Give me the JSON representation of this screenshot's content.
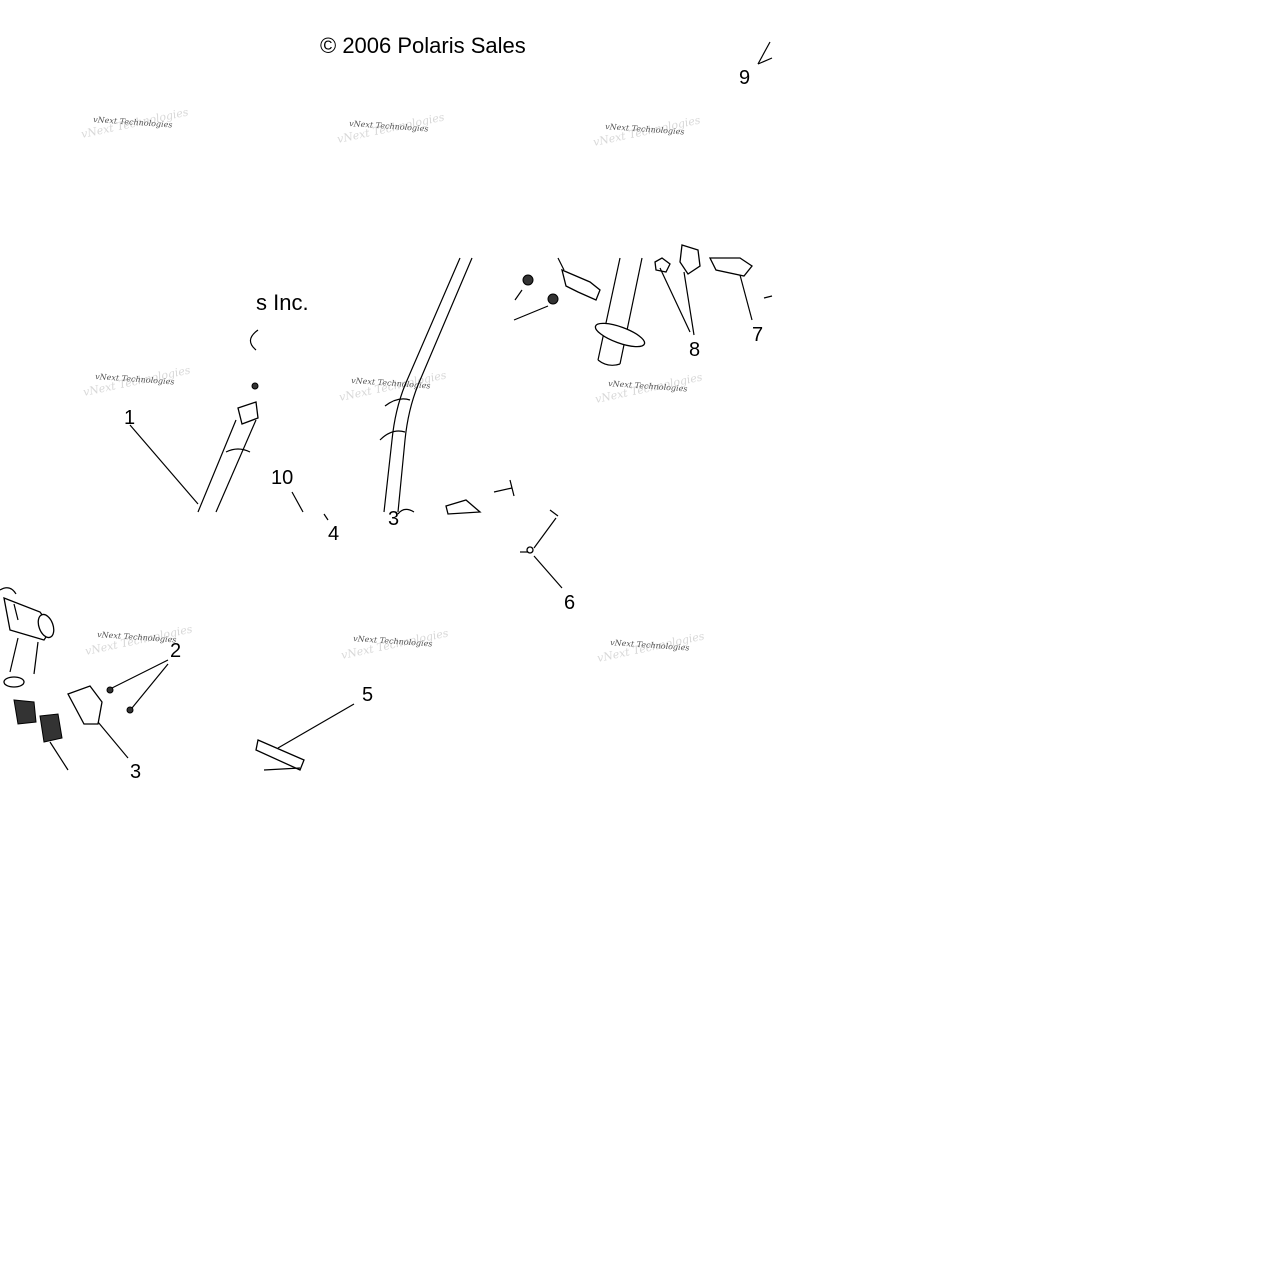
{
  "copyright": {
    "line_top": "© 2006 Polaris Sales",
    "line_fragment": "s Inc."
  },
  "watermark_text": "vNext Technologies",
  "callouts": {
    "c1": "1",
    "c2": "2",
    "c3a": "3",
    "c3b": "3",
    "c4": "4",
    "c5": "5",
    "c6": "6",
    "c7": "7",
    "c8": "8",
    "c9": "9",
    "c10": "10"
  }
}
